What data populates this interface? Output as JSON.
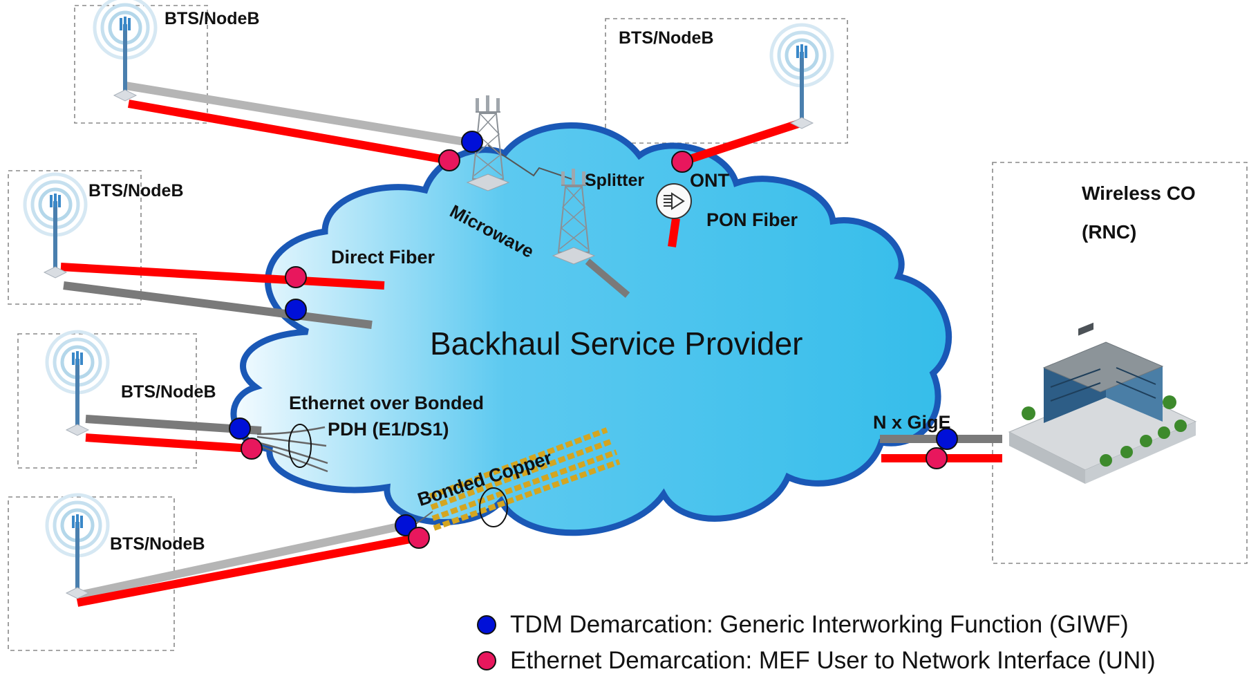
{
  "cloud_title": "Backhaul Service Provider",
  "site_label": "BTS/NodeB",
  "central_office": {
    "line1": "Wireless CO",
    "line2": "(RNC)"
  },
  "links": {
    "microwave": "Microwave",
    "splitter": "Splitter",
    "ont": "ONT",
    "pon_fiber": "PON Fiber",
    "direct_fiber": "Direct Fiber",
    "ethernet_bonded_line1": "Ethernet over Bonded",
    "ethernet_bonded_line2": "PDH (E1/DS1)",
    "bonded_copper": "Bonded Copper",
    "gige": "N x GigE"
  },
  "legend": [
    {
      "label": "TDM Demarcation: Generic Interworking Function (GIWF)",
      "color": "#0010d8"
    },
    {
      "label": "Ethernet Demarcation: MEF User to Network Interface (UNI)",
      "color": "#e8175d"
    }
  ],
  "colors": {
    "cloud_fill": "#3cc3ee",
    "cloud_border": "#1a58b6",
    "ethernet_line": "#ff0000",
    "tdm_line": "#b5b5b5",
    "tdm_line_dark": "#7a7a7a",
    "tower": "#3a88c8",
    "copper": "#d4a520"
  }
}
